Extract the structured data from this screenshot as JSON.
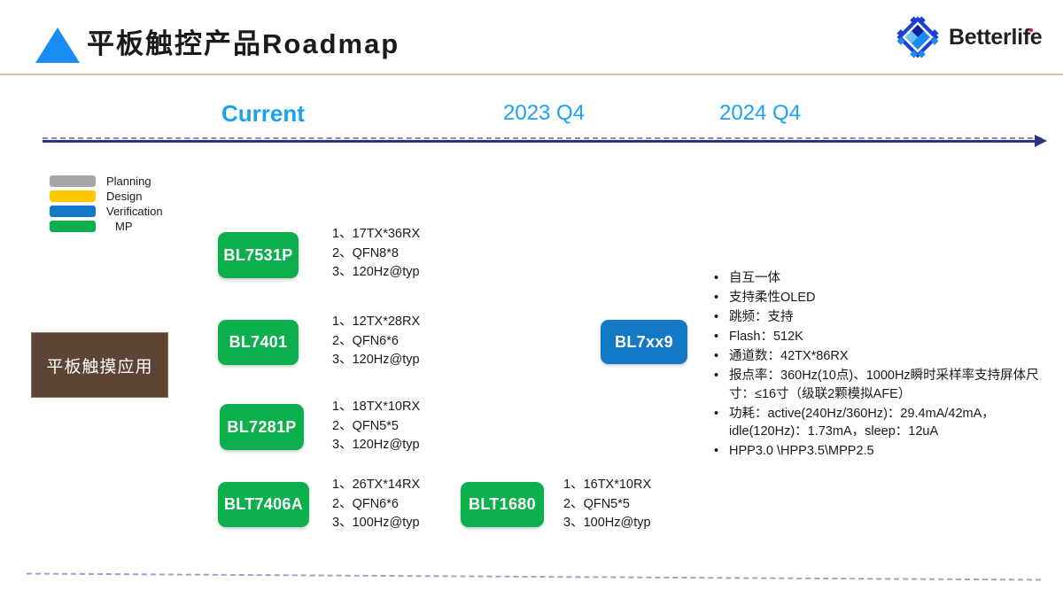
{
  "header": {
    "title": "平板触控产品Roadmap",
    "triangle_icon": "triangle-up-icon",
    "brand": {
      "name": "Betterlife",
      "logo_icon": "diamond-logo-icon",
      "colors": {
        "outer_blue": "#1a3fd6",
        "mid_blue": "#1a8cf5",
        "light_blue": "#6fbdf7",
        "dark_blue": "#11239b",
        "accent_red": "#e8112d"
      }
    },
    "rule_color": "#e0b89a"
  },
  "timeline": {
    "milestones": [
      {
        "label": "Current"
      },
      {
        "label": "2023 Q4"
      },
      {
        "label": "2024 Q4"
      }
    ],
    "axis_color": "#2a3580",
    "dashed_color": "#8b84c8",
    "label_color": "#1ba1f2",
    "arrow_icon": "arrow-right-icon"
  },
  "legend": {
    "items": [
      {
        "label": "Planning",
        "color": "#a6a6a6"
      },
      {
        "label": "Design",
        "color": "#ffc900"
      },
      {
        "label": "Verification",
        "color": "#1279c6"
      },
      {
        "label": "MP",
        "color": "#0bb04c"
      }
    ]
  },
  "application": {
    "label": "平板触摸应用",
    "background": "#5d4434",
    "border": "#8a6f56"
  },
  "products": [
    {
      "name": "BL7531P",
      "status": "MP",
      "color": "#0bb04c",
      "column": "Current",
      "specs": [
        "1、17TX*36RX",
        "2、QFN8*8",
        "3、120Hz@typ"
      ]
    },
    {
      "name": "BL7401",
      "status": "MP",
      "color": "#0bb04c",
      "column": "Current",
      "specs": [
        "1、12TX*28RX",
        "2、QFN6*6",
        "3、120Hz@typ"
      ]
    },
    {
      "name": "BL7281P",
      "status": "MP",
      "color": "#0bb04c",
      "column": "Current",
      "specs": [
        "1、18TX*10RX",
        "2、QFN5*5",
        "3、120Hz@typ"
      ]
    },
    {
      "name": "BLT7406A",
      "status": "MP",
      "color": "#0bb04c",
      "column": "Current",
      "specs": [
        "1、26TX*14RX",
        "2、QFN6*6",
        "3、100Hz@typ"
      ]
    },
    {
      "name": "BLT1680",
      "status": "MP",
      "color": "#0bb04c",
      "column": "2023 Q4",
      "specs": [
        "1、16TX*10RX",
        "2、QFN5*5",
        "3、100Hz@typ"
      ]
    },
    {
      "name": "BL7xx9",
      "status": "Verification",
      "color": "#1279c6",
      "column": "2024 Q4",
      "specs": []
    }
  ],
  "features": {
    "bullet": "•",
    "items": [
      "自互一体",
      "支持柔性OLED",
      "跳频：支持",
      "Flash：512K",
      "通道数：42TX*86RX",
      "报点率：360Hz(10点)、1000Hz瞬时采样率支持屏体尺寸：≤16寸（级联2颗模拟AFE）",
      "功耗：active(240Hz/360Hz)：29.4mA/42mA，idle(120Hz)：1.73mA，sleep：12uA",
      "HPP3.0 \\HPP3.5\\MPP2.5"
    ]
  },
  "footer": {
    "rule_color": "#a99ec9"
  }
}
